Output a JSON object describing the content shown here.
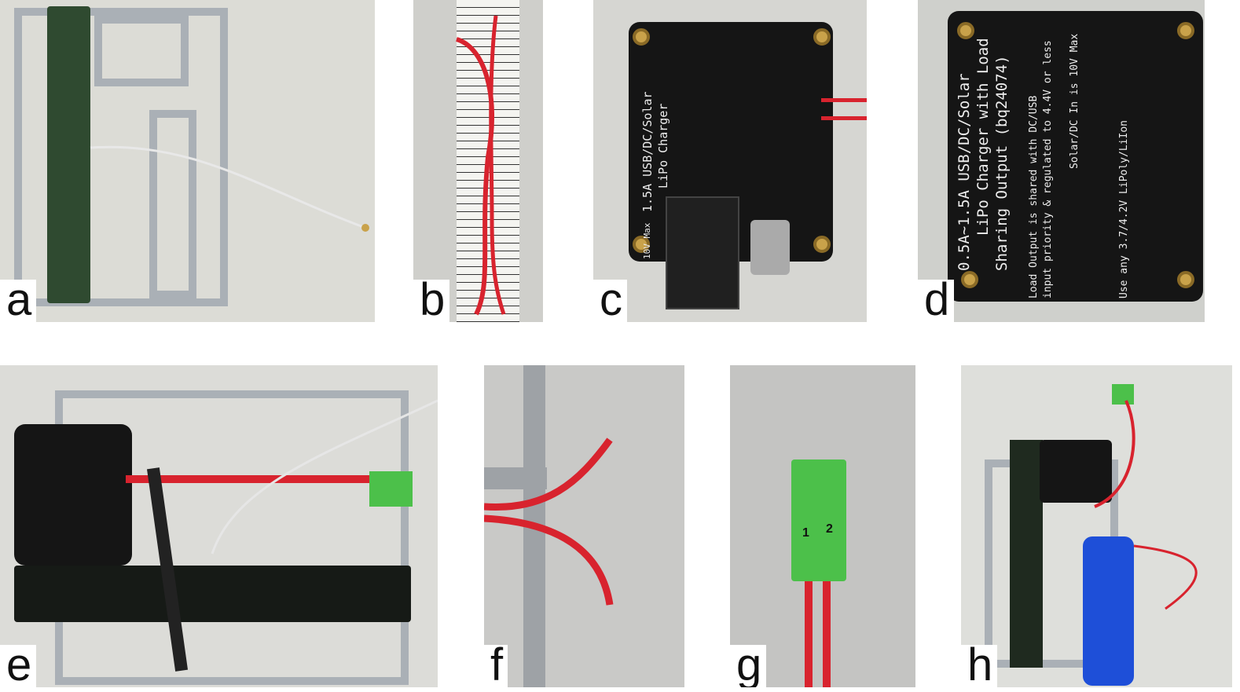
{
  "panels": [
    {
      "id": "a",
      "label": "a"
    },
    {
      "id": "b",
      "label": "b"
    },
    {
      "id": "c",
      "label": "c",
      "board_text": [
        "1.5A USB/DC/Solar",
        "LiPo Charger",
        "10V Max"
      ]
    },
    {
      "id": "d",
      "label": "d",
      "board_text": [
        "0.5A~1.5A USB/DC/Solar",
        "LiPo Charger with Load",
        "Sharing Output (bq24074)",
        "Load Output is shared with DC/USB",
        "input priority & regulated to 4.4V or less",
        "Solar/DC In is 10V Max",
        "Use any 3.7/4.2V LiPoly/LiIon"
      ]
    },
    {
      "id": "e",
      "label": "e"
    },
    {
      "id": "f",
      "label": "f"
    },
    {
      "id": "g",
      "label": "g",
      "terminal_numbers": [
        "1",
        "2"
      ]
    },
    {
      "id": "h",
      "label": "h"
    }
  ],
  "colors": {
    "background": "#ffffff",
    "frame": "#aab0b6",
    "pcb": "#151515",
    "wire": "#d8232e",
    "connector": "#4cc04a",
    "antenna": "#2f4a30"
  }
}
